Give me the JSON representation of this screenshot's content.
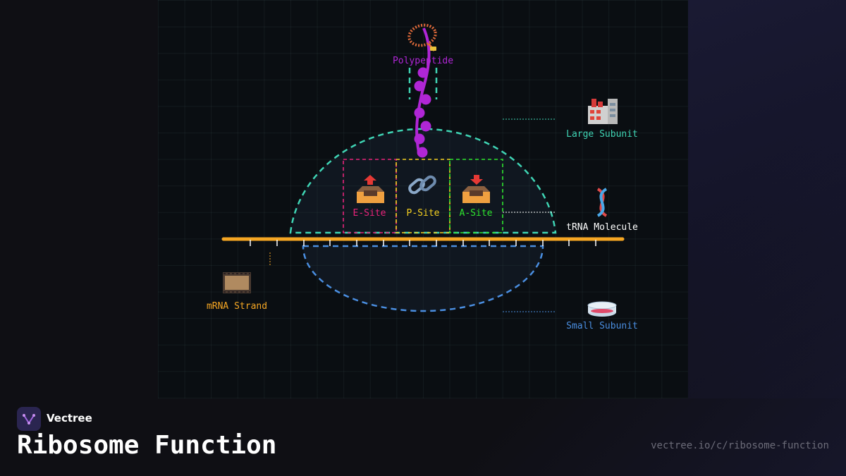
{
  "diagram": {
    "labels": {
      "polypeptide": "Polypeptide",
      "large_subunit": "Large Subunit",
      "trna": "tRNA Molecule",
      "small_subunit": "Small Subunit",
      "mrna": "mRNA Strand",
      "e_site": "E-Site",
      "p_site": "P-Site",
      "a_site": "A-Site"
    },
    "icons": {
      "polypeptide": "prayer-beads-icon",
      "large_subunit": "factory-icon",
      "trna": "dna-icon",
      "small_subunit": "petri-dish-icon",
      "mrna": "film-frames-icon",
      "e_site": "outbox-tray-icon",
      "p_site": "link-icon",
      "a_site": "inbox-tray-icon"
    },
    "colors": {
      "polypeptide": "#b026d6",
      "large_subunit": "#3fd4b4",
      "small_subunit": "#4a8ee0",
      "mrna": "#f5a623",
      "e_site": "#e8237a",
      "p_site": "#f5d020",
      "a_site": "#2ee62e",
      "trna": "#ffffff"
    }
  },
  "footer": {
    "brand": "Vectree",
    "title": "Ribosome Function",
    "url": "vectree.io/c/ribosome-function"
  }
}
